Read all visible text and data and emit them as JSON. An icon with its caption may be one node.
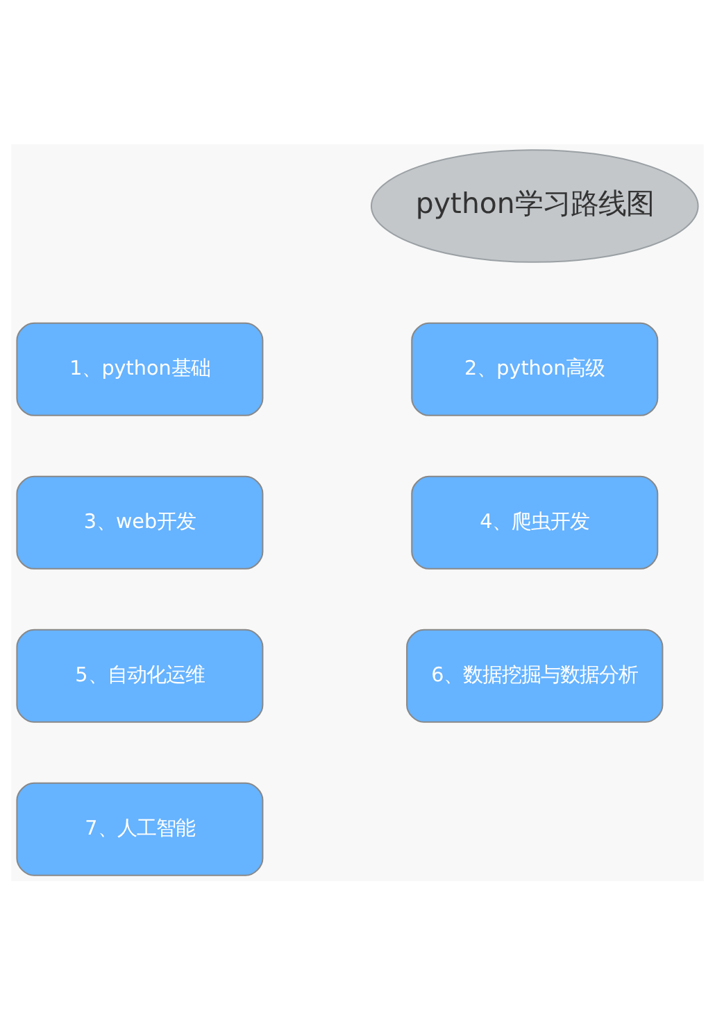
{
  "diagram": {
    "nodes": [
      {
        "text": [
          "python学习路线图"
        ]
      },
      {
        "text": [
          "1、python基础"
        ]
      },
      {
        "text": [
          "2、python高级"
        ]
      },
      {
        "text": [
          "3、web开发"
        ]
      },
      {
        "text": [
          "4、爬虫开发"
        ]
      },
      {
        "text": [
          "5、自动化运维"
        ]
      },
      {
        "text": [
          "6、数据挖掘与数据分析"
        ]
      },
      {
        "text": [
          "7、人工智能"
        ]
      }
    ],
    "edges": []
  }
}
